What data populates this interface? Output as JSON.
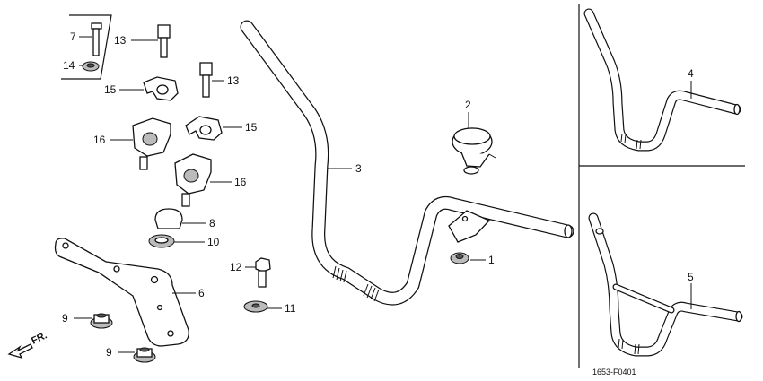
{
  "diagram_code": "1653-F0401",
  "front_arrow_label": "FR.",
  "labels": {
    "p1": "1",
    "p2": "2",
    "p3": "3",
    "p4": "4",
    "p5": "5",
    "p6": "6",
    "p7": "7",
    "p8": "8",
    "p9a": "9",
    "p9b": "9",
    "p10": "10",
    "p11": "11",
    "p12": "12",
    "p13a": "13",
    "p13b": "13",
    "p14": "14",
    "p15a": "15",
    "p15b": "15",
    "p16a": "16",
    "p16b": "16"
  }
}
